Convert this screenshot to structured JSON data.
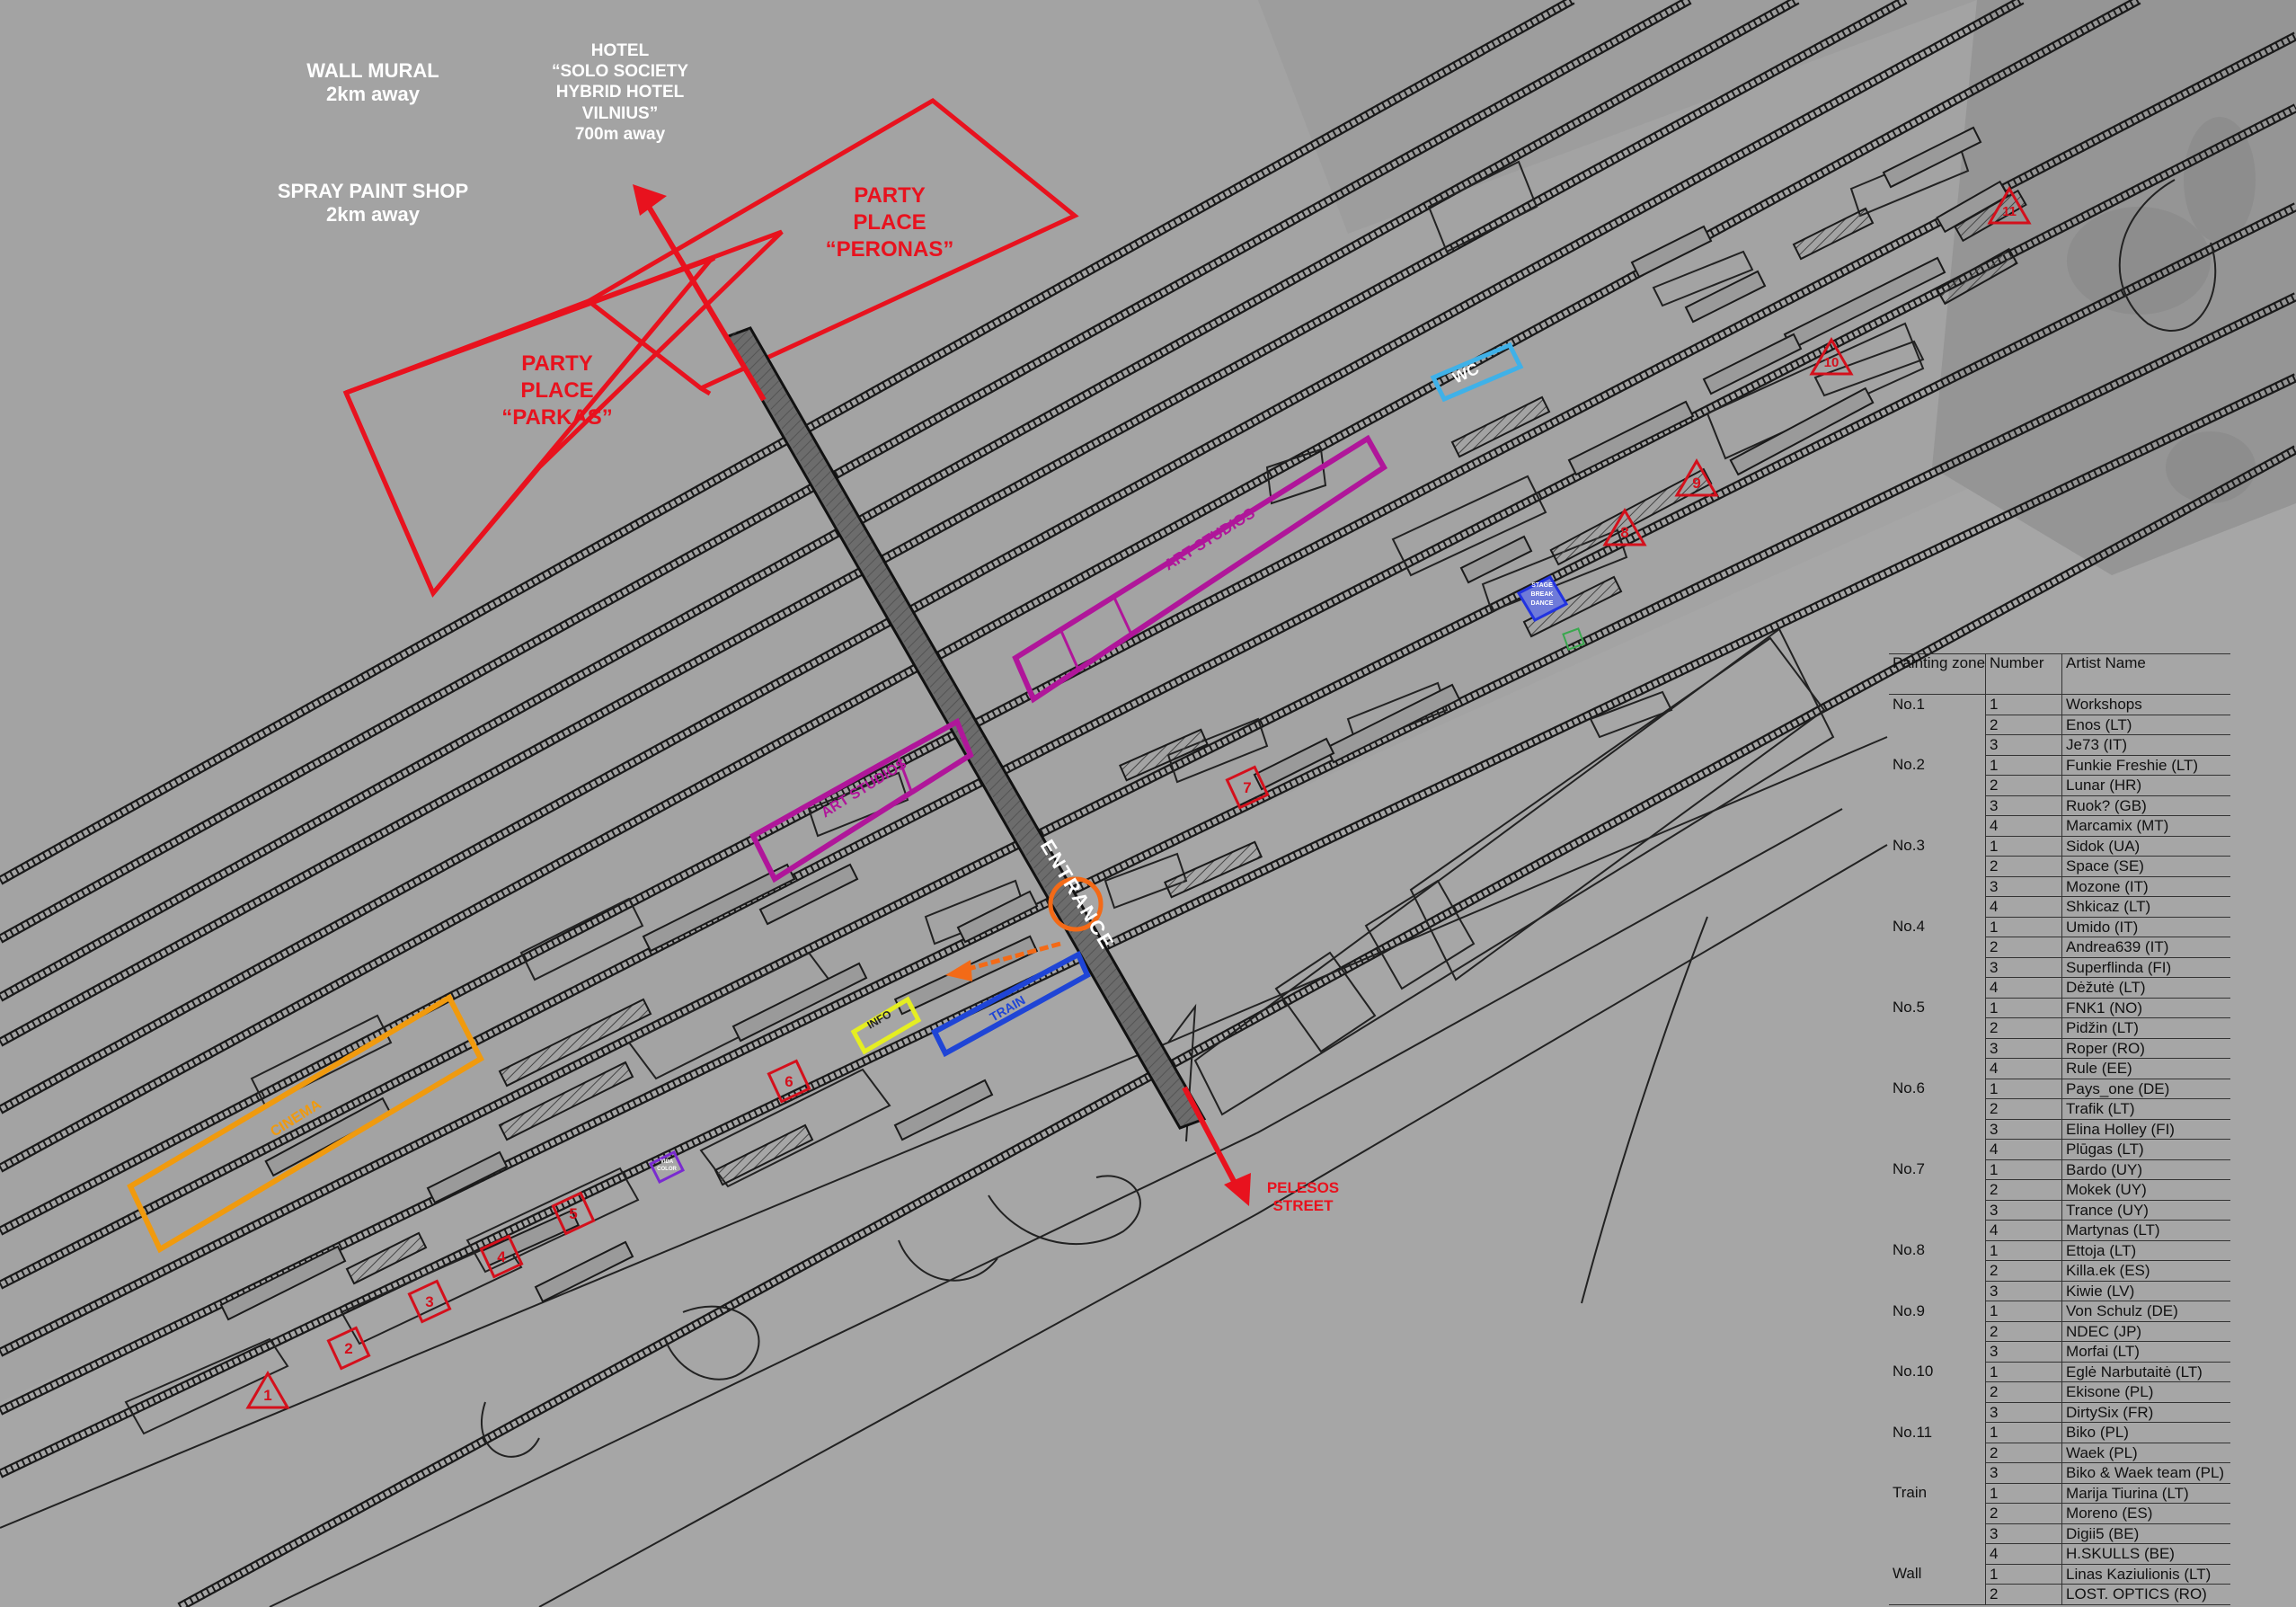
{
  "colors": {
    "background": "#a3a3a3",
    "party": "#e8121e",
    "art_studios": "#b0169a",
    "cinema": "#f09a0e",
    "train": "#1f45d6",
    "info": "#e5ee22",
    "wc": "#3fb1e8",
    "stage": "#2233e0",
    "zone": "#d4101c",
    "rail": "#1a1a1a"
  },
  "labels": {
    "wall_mural": "WALL MURAL",
    "wall_mural_dist": "2km away",
    "spray_shop": "SPRAY PAINT SHOP",
    "spray_shop_dist": "2km away",
    "hotel_1": "HOTEL",
    "hotel_2": "“SOLO SOCIETY",
    "hotel_3": "HYBRID HOTEL",
    "hotel_4": "VILNIUS”",
    "hotel_5": "700m away",
    "party_peronas_1": "PARTY",
    "party_peronas_2": "PLACE",
    "party_peronas_3": "“PERONAS”",
    "party_parkas_1": "PARTY",
    "party_parkas_2": "PLACE",
    "party_parkas_3": "“PARKAS”",
    "pelesos_1": "PELESOS",
    "pelesos_2": "STREET",
    "entrance": "ENTRANCE",
    "art_studios": "ART STUDIOS",
    "cinema": "CINEMA",
    "train": "TRAIN",
    "info": "INFO",
    "wc": "WC",
    "stage_1": "STAGE",
    "stage_2": "BREAK",
    "stage_3": "DANCE",
    "vida_1": "VIDA",
    "vida_2": "COLOR"
  },
  "zones": [
    {
      "label": "1",
      "shape": "triangle"
    },
    {
      "label": "2",
      "shape": "diamond"
    },
    {
      "label": "3",
      "shape": "diamond"
    },
    {
      "label": "4",
      "shape": "diamond"
    },
    {
      "label": "5",
      "shape": "diamond"
    },
    {
      "label": "6",
      "shape": "diamond"
    },
    {
      "label": "7",
      "shape": "diamond"
    },
    {
      "label": "8",
      "shape": "triangle"
    },
    {
      "label": "9",
      "shape": "triangle"
    },
    {
      "label": "10",
      "shape": "triangle"
    },
    {
      "label": "11",
      "shape": "triangle"
    }
  ],
  "legend": {
    "headers": [
      "Painting zone",
      "Number",
      "Artist Name"
    ],
    "groups": [
      {
        "zone": "No.1",
        "rows": [
          [
            "1",
            "Workshops"
          ],
          [
            "2",
            "Enos (LT)"
          ],
          [
            "3",
            "Je73 (IT)"
          ]
        ]
      },
      {
        "zone": "No.2",
        "rows": [
          [
            "1",
            "Funkie Freshie (LT)"
          ],
          [
            "2",
            "Lunar (HR)"
          ],
          [
            "3",
            "Ruok? (GB)"
          ],
          [
            "4",
            "Marcamix (MT)"
          ]
        ]
      },
      {
        "zone": "No.3",
        "rows": [
          [
            "1",
            "Sidok (UA)"
          ],
          [
            "2",
            "Space (SE)"
          ],
          [
            "3",
            "Mozone (IT)"
          ],
          [
            "4",
            "Shkicaz (LT)"
          ]
        ]
      },
      {
        "zone": "No.4",
        "rows": [
          [
            "1",
            "Umido (IT)"
          ],
          [
            "2",
            "Andrea639 (IT)"
          ],
          [
            "3",
            "Superflinda (FI)"
          ],
          [
            "4",
            "Dėžutė (LT)"
          ]
        ]
      },
      {
        "zone": "No.5",
        "rows": [
          [
            "1",
            "FNK1 (NO)"
          ],
          [
            "2",
            "Pidžin (LT)"
          ],
          [
            "3",
            "Roper (RO)"
          ],
          [
            "4",
            "Rule (EE)"
          ]
        ]
      },
      {
        "zone": "No.6",
        "rows": [
          [
            "1",
            "Pays_one (DE)"
          ],
          [
            "2",
            "Trafik (LT)"
          ],
          [
            "3",
            "Elina Holley (FI)"
          ],
          [
            "4",
            "Plūgas (LT)"
          ]
        ]
      },
      {
        "zone": "No.7",
        "rows": [
          [
            "1",
            "Bardo (UY)"
          ],
          [
            "2",
            "Mokek (UY)"
          ],
          [
            "3",
            "Trance (UY)"
          ],
          [
            "4",
            "Martynas (LT)"
          ]
        ]
      },
      {
        "zone": "No.8",
        "rows": [
          [
            "1",
            "Ettoja (LT)"
          ],
          [
            "2",
            "Killa.ek (ES)"
          ],
          [
            "3",
            "Kiwie (LV)"
          ]
        ]
      },
      {
        "zone": "No.9",
        "rows": [
          [
            "1",
            "Von Schulz (DE)"
          ],
          [
            "2",
            "NDEC (JP)"
          ],
          [
            "3",
            "Morfai (LT)"
          ]
        ]
      },
      {
        "zone": "No.10",
        "rows": [
          [
            "1",
            "Eglė Narbutaitė (LT)"
          ],
          [
            "2",
            "Ekisone (PL)"
          ],
          [
            "3",
            "DirtySix (FR)"
          ]
        ]
      },
      {
        "zone": "No.11",
        "rows": [
          [
            "1",
            "Biko (PL)"
          ],
          [
            "2",
            "Waek (PL)"
          ],
          [
            "3",
            "Biko & Waek team (PL)"
          ]
        ]
      },
      {
        "zone": "Train",
        "rows": [
          [
            "1",
            "Marija Tiurina (LT)"
          ],
          [
            "2",
            "Moreno (ES)"
          ],
          [
            "3",
            "Digii5 (BE)"
          ],
          [
            "4",
            "H.SKULLS (BE)"
          ]
        ]
      },
      {
        "zone": "Wall",
        "rows": [
          [
            "1",
            "Linas Kaziulionis (LT)"
          ],
          [
            "2",
            "LOST. OPTICS (RO)"
          ]
        ]
      }
    ]
  }
}
